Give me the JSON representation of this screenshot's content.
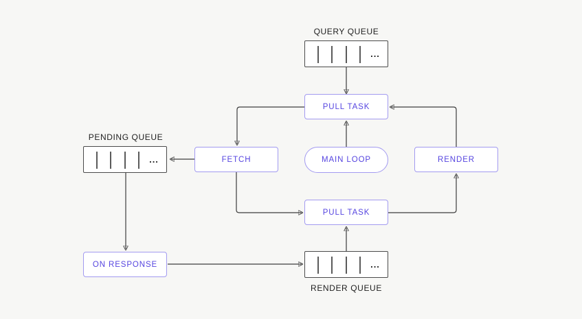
{
  "diagram": {
    "labels": {
      "query_queue": "QUERY QUEUE",
      "pending_queue": "PENDING QUEUE",
      "render_queue": "RENDER QUEUE"
    },
    "nodes": {
      "pull_task_top": "PULL TASK",
      "fetch": "FETCH",
      "main_loop": "MAIN LOOP",
      "render": "RENDER",
      "pull_task_bottom": "PULL TASK",
      "on_response": "ON RESPONSE"
    },
    "queue_ellipsis": "...",
    "colors": {
      "background": "#f7f7f5",
      "node_fill": "#ffffff",
      "accent_border": "#a29af0",
      "accent_text": "#5645e0",
      "queue_border": "#4a4a4a",
      "queue_slot": "#5a5a5a",
      "label_text": "#1d1d1d",
      "arrow": "#3c3c3c"
    },
    "edges": [
      {
        "from": "query-queue",
        "to": "pull-task-top"
      },
      {
        "from": "main-loop",
        "to": "pull-task-top"
      },
      {
        "from": "render",
        "to": "pull-task-top"
      },
      {
        "from": "pull-task-top",
        "to": "fetch"
      },
      {
        "from": "fetch",
        "to": "pending-queue"
      },
      {
        "from": "pending-queue",
        "to": "on-response"
      },
      {
        "from": "on-response",
        "to": "render-queue"
      },
      {
        "from": "render-queue",
        "to": "pull-task-bottom"
      },
      {
        "from": "fetch",
        "to": "pull-task-bottom"
      },
      {
        "from": "pull-task-bottom",
        "to": "render"
      }
    ]
  }
}
